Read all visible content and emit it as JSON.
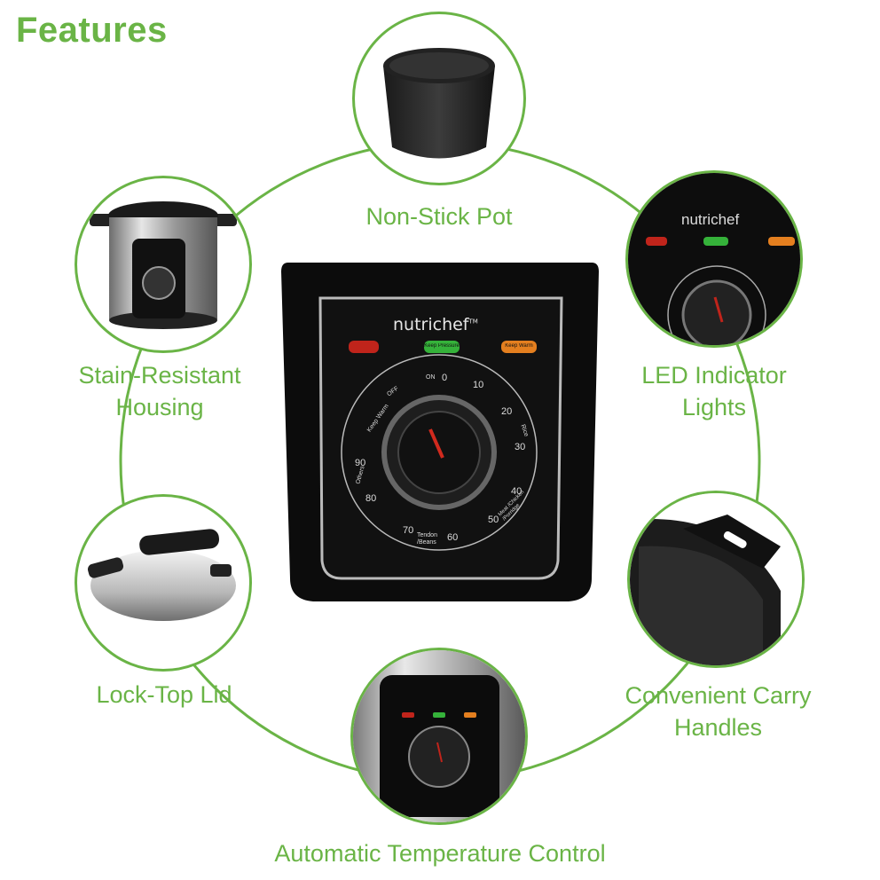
{
  "heading": "Features",
  "accent_color": "#6ab446",
  "features": {
    "pot": "Non-Stick Pot",
    "housing": [
      "Stain-Resistant",
      "Housing"
    ],
    "led": [
      "LED Indicator",
      "Lights"
    ],
    "lid": "Lock-Top Lid",
    "handles": [
      "Convenient Carry",
      "Handles"
    ],
    "temp": "Automatic Temperature Control"
  },
  "panel": {
    "brand": "nutrichef",
    "tm": "TM",
    "buttons": [
      "Keep Pressure",
      "Keep Warm"
    ],
    "dial_ticks": [
      "0",
      "10",
      "20",
      "30",
      "40",
      "50",
      "60",
      "70",
      "80",
      "90"
    ],
    "modes": [
      "Keep Warm",
      "OFF",
      "ON",
      "Rice",
      "Meat /Chicken /Porridge",
      "Tendon /Beans",
      "Others"
    ]
  }
}
